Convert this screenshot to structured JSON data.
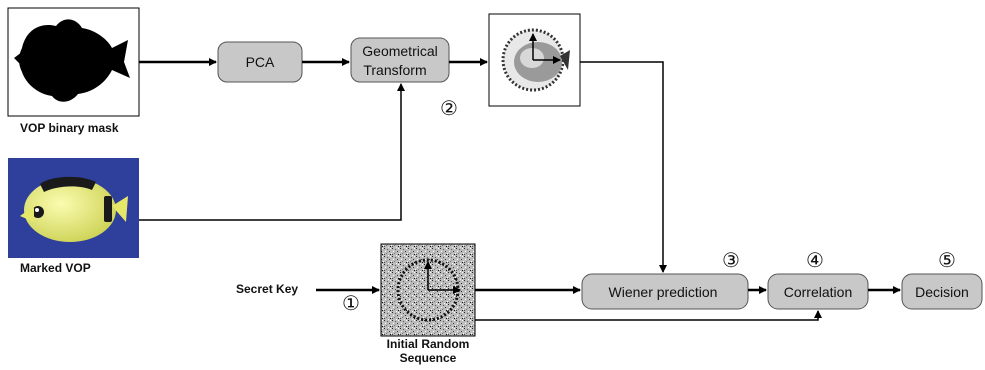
{
  "boxes": {
    "pca": "PCA",
    "geometrical_line1": "Geometrical",
    "geometrical_line2": "Transform",
    "wiener": "Wiener prediction",
    "correlation": "Correlation",
    "decision": "Decision"
  },
  "labels": {
    "vop_binary_mask": "VOP binary mask",
    "marked_vop": "Marked VOP",
    "secret_key": "Secret Key",
    "initial_random_line1": "Initial Random",
    "initial_random_line2": "Sequence"
  },
  "steps": {
    "step1": "①",
    "step2": "②",
    "step3": "③",
    "step4": "④",
    "step5": "⑤"
  },
  "colors": {
    "box_fill": "#c8c8c8",
    "line": "#000000",
    "fish_bg": "#2f3f9c",
    "fish_body": "#eef08a"
  },
  "icons": {
    "mask": "fish-silhouette-icon",
    "marked": "butterflyfish-photo",
    "normalized": "circular-normalized-fish",
    "noise": "random-noise-pattern"
  }
}
